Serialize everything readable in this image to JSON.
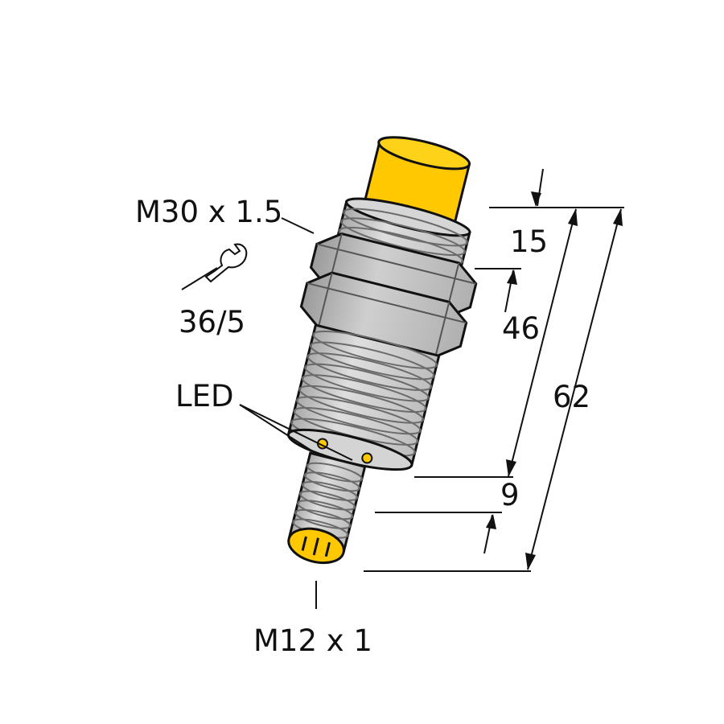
{
  "labels": {
    "thread": "M30 x 1.5",
    "wrench": "36/5",
    "led": "LED",
    "connector": "M12 x 1"
  },
  "dimensions": {
    "face_length": "15",
    "thread_length": "46",
    "total_length": "62",
    "connector_offset": "9"
  },
  "icons": {
    "wrench": "wrench-icon"
  },
  "colors": {
    "sensing_face": "#ffc800",
    "housing": "#d0d0d0",
    "outline": "#111111",
    "background": "#ffffff"
  }
}
